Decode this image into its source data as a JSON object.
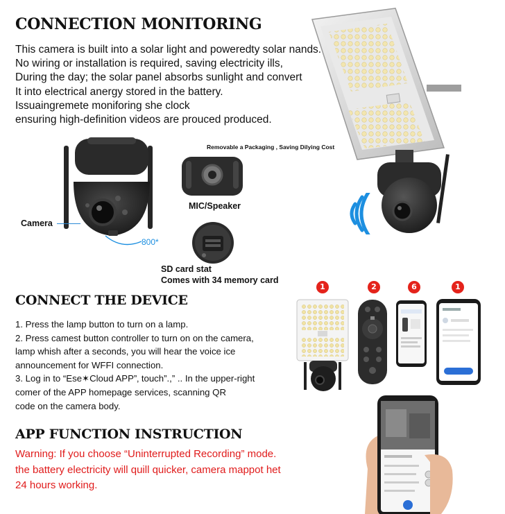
{
  "connection": {
    "title": "CONNECTION MONITORING",
    "lines": [
      "This camera is built into a solar light and poweredty  solar nands.",
      "No wiring or installation is required, saving electricity ills,",
      "During the day; the solar panel absorbs sunlight and convert",
      "It into electrical anergy stored in the battery.",
      "Issuaingremete moniforing she clock",
      "ensuring high-definition videos are prouced produced."
    ]
  },
  "callouts": {
    "removable": "Removable a Packaging , Saving Dilying Cost",
    "mic": "MIC/Speaker",
    "camera": "Camera",
    "rotation": "800*",
    "sd_line1": "SD card stat",
    "sd_line2": "Comes with 34 memory card"
  },
  "connect": {
    "title": "CONNECT THE DEVICE",
    "steps": [
      "1. Press the lamp button to turn on a lamp.",
      "2. Press camest button controller to turn on on the camera,",
      "    lamp whish after a seconds, you will hear the voice ice",
      "    announcement for WFFI connection.",
      "3. Log in to “Ese✶Cloud APP”‚ touch”.,” .. In the upper-right",
      "    comer of the APP homepage services, scanning QR",
      "    code on the camera body."
    ],
    "badges": [
      "1",
      "2",
      "6",
      "1"
    ]
  },
  "app": {
    "title": "APP FUNCTION INSTRUCTION",
    "warning": [
      "Warning: If you choose “Uninterrupted Recording” mode.",
      "the battery electricity will quill quicker, camera mappot het",
      "24 hours working."
    ]
  },
  "colors": {
    "warning": "#e01b1b",
    "badge": "#e4231b",
    "wifi": "#1d8fe0"
  }
}
